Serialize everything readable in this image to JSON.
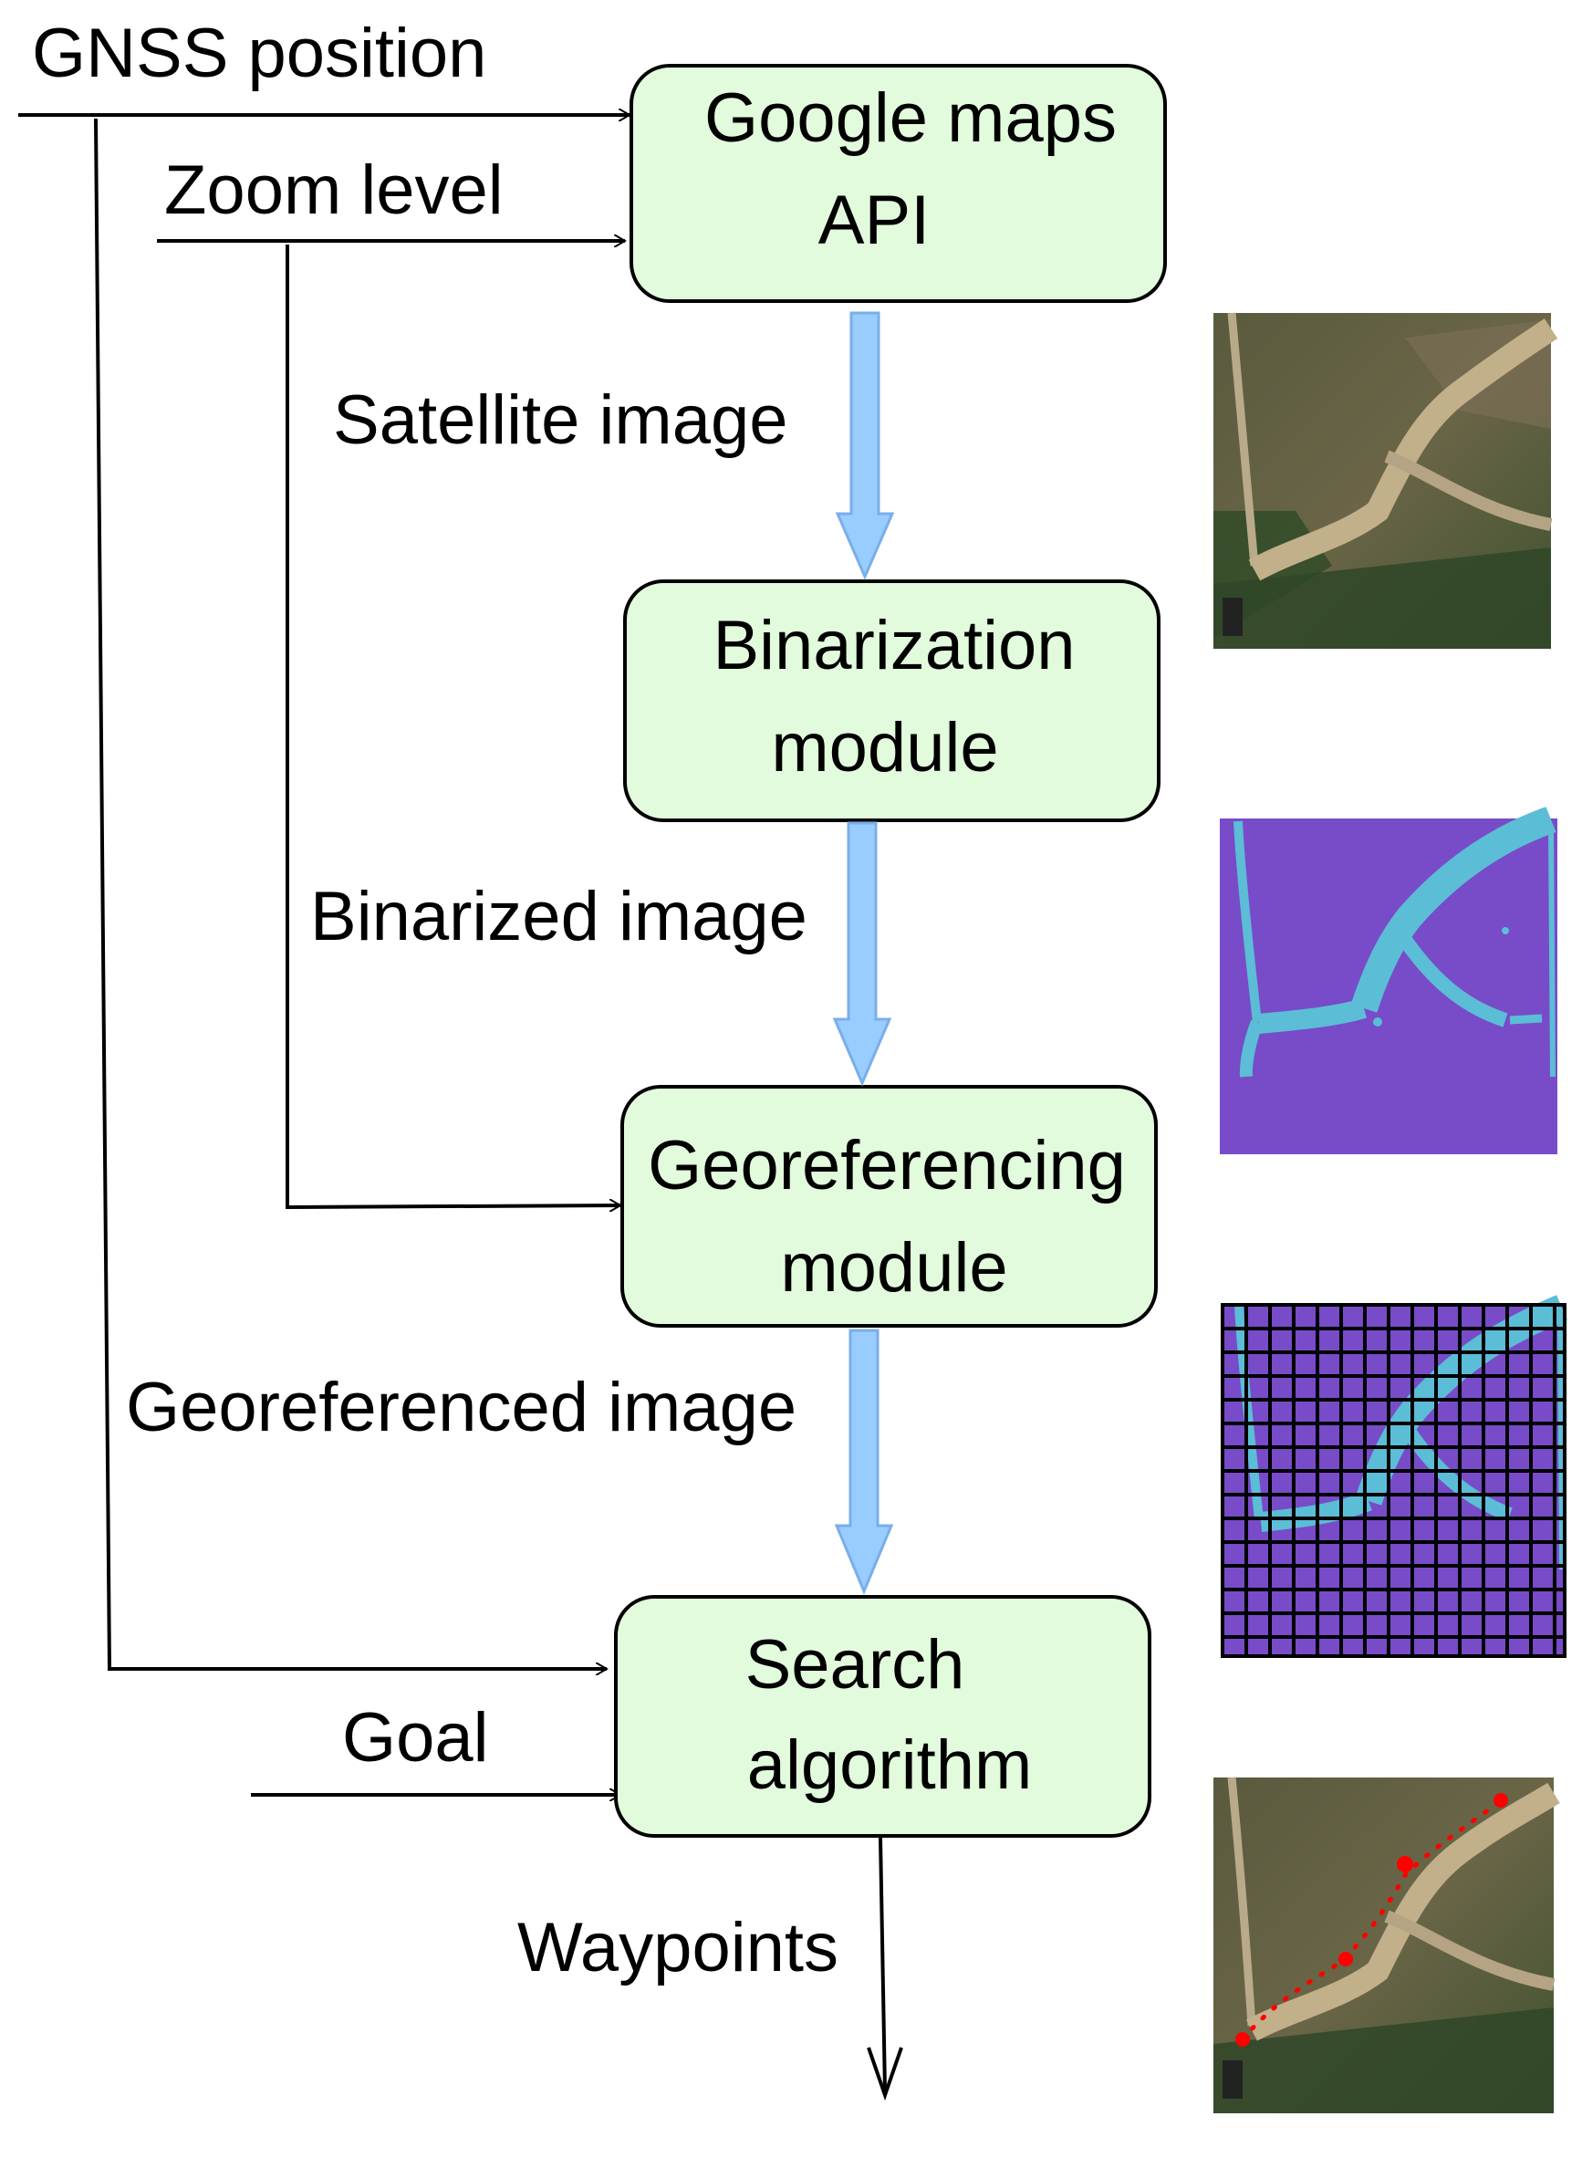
{
  "inputs": {
    "gnss": "GNSS position",
    "zoom": "Zoom level",
    "goal": "Goal"
  },
  "modules": {
    "maps_line1": "Google maps",
    "maps_line2": "API",
    "binarization_line1": "Binarization",
    "binarization_line2": "module",
    "georef_line1": "Georeferencing",
    "georef_line2": "module",
    "search_line1": "Search",
    "search_line2": "algorithm"
  },
  "flows": {
    "satellite": "Satellite image",
    "binarized": "Binarized image",
    "georeferenced": "Georeferenced image",
    "waypoints": "Waypoints"
  },
  "colors": {
    "box_fill": "#e2fbdc",
    "flow_arrow": "#99ccff",
    "mask_background": "#784bc8",
    "mask_path": "#5bbdd6",
    "waypoint": "#ff0000"
  }
}
